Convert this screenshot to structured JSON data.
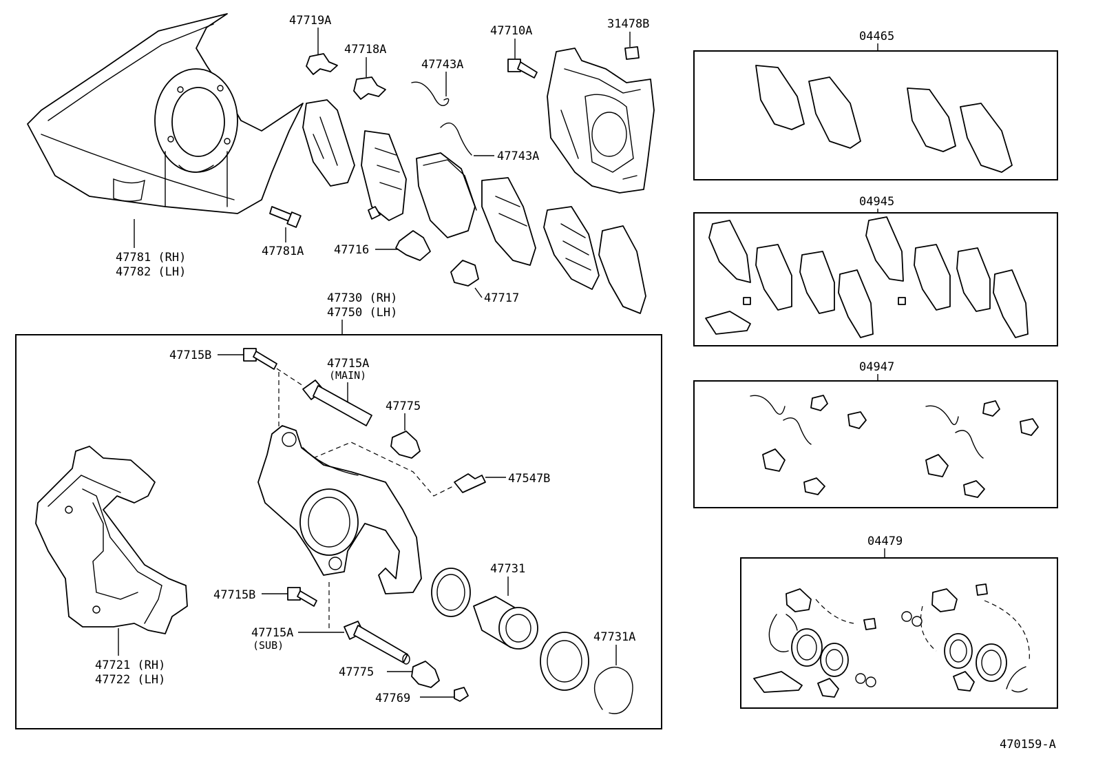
{
  "labels": {
    "p47719A": "47719A",
    "p47718A": "47718A",
    "p47743A_top": "47743A",
    "p47743A_mid": "47743A",
    "p47710A": "47710A",
    "p31478B": "31478B",
    "p47781RH": "47781 (RH)",
    "p47782LH": "47782 (LH)",
    "p47781A": "47781A",
    "p47716": "47716",
    "p47717": "47717",
    "p47730RH": "47730 (RH)",
    "p47750LH": "47750 (LH)",
    "p47715B_top": "47715B",
    "p47715A_main": "47715A",
    "main_tag": "(MAIN)",
    "p47775_top": "47775",
    "p47547B": "47547B",
    "p47731": "47731",
    "p47715B_bot": "47715B",
    "p47715A_sub": "47715A",
    "sub_tag": "(SUB)",
    "p47775_bot": "47775",
    "p47769": "47769",
    "p47731A": "47731A",
    "p47721RH": "47721 (RH)",
    "p47722LH": "47722 (LH)"
  },
  "kits": {
    "k04465": "04465",
    "k04945": "04945",
    "k04947": "04947",
    "k04479": "04479"
  },
  "figure_id": "470159-A"
}
